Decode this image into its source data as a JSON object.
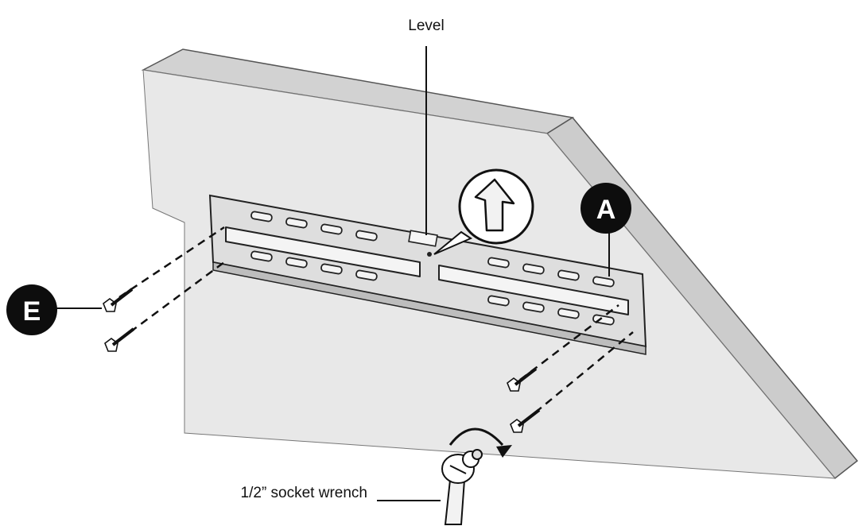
{
  "diagram": {
    "labels": {
      "level": "Level",
      "socket_wrench": "1/2” socket wrench"
    },
    "badges": {
      "bracket": "A",
      "screws": "E"
    },
    "colors": {
      "wall_face": "#e8e8e8",
      "wall_edge": "#cfcfcf",
      "bracket": "#dcdcdc",
      "line": "#111111",
      "badge": "#0d0d0d"
    }
  }
}
